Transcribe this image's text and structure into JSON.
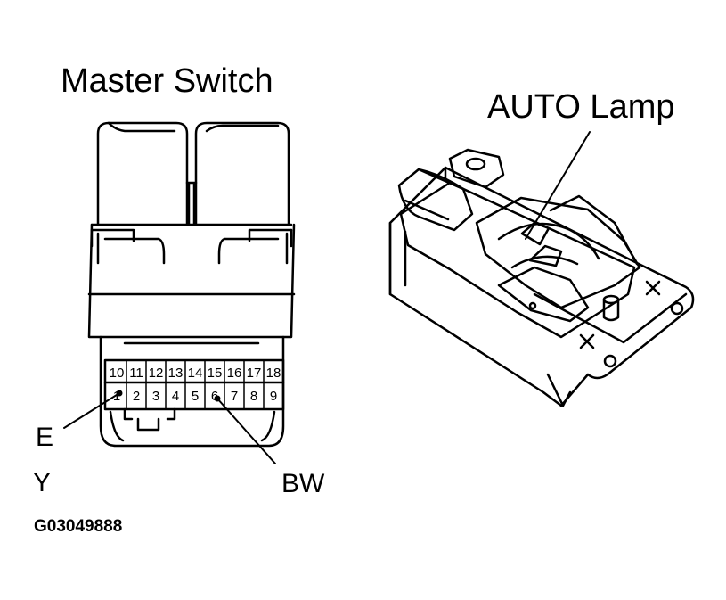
{
  "labels": {
    "master_switch": "Master Switch",
    "auto_lamp": "AUTO Lamp",
    "pin_e": "E",
    "pin_y": "Y",
    "pin_bw": "BW",
    "figure_code": "G03049888"
  },
  "connector": {
    "top_row": [
      "10",
      "11",
      "12",
      "13",
      "14",
      "15",
      "16",
      "17",
      "18"
    ],
    "bottom_row": [
      "1",
      "2",
      "3",
      "4",
      "5",
      "6",
      "7",
      "8",
      "9"
    ]
  }
}
